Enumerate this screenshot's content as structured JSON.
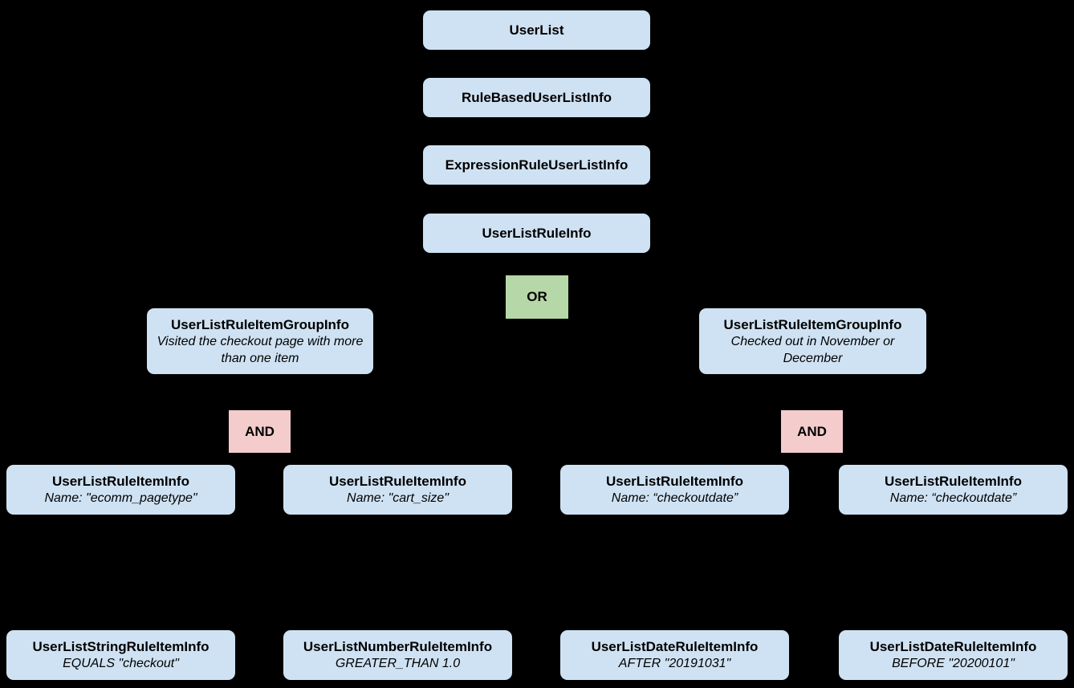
{
  "diagram": {
    "title": "Rule-based user list structure",
    "colors": {
      "background": "#000000",
      "node_fill": "#cfe2f3",
      "or_fill": "#b6d7a8",
      "and_fill": "#f4cccc",
      "text": "#000000"
    },
    "chain": [
      {
        "title": "UserList"
      },
      {
        "title": "RuleBasedUserListInfo"
      },
      {
        "title": "ExpressionRuleUserListInfo"
      },
      {
        "title": "UserListRuleInfo"
      }
    ],
    "operators": {
      "or_label": "OR",
      "and_label": "AND"
    },
    "groups": [
      {
        "title": "UserListRuleItemGroupInfo",
        "subtitle": "Visited the checkout page with more than one item"
      },
      {
        "title": "UserListRuleItemGroupInfo",
        "subtitle": "Checked out in November or December"
      }
    ],
    "items": [
      {
        "title": "UserListRuleItemInfo",
        "subtitle": "Name: \"ecomm_pagetype\""
      },
      {
        "title": "UserListRuleItemInfo",
        "subtitle": "Name: \"cart_size\""
      },
      {
        "title": "UserListRuleItemInfo",
        "subtitle": "Name: “checkoutdate”"
      },
      {
        "title": "UserListRuleItemInfo",
        "subtitle": "Name: “checkoutdate”"
      }
    ],
    "leaves": [
      {
        "title": "UserListStringRuleItemInfo",
        "subtitle": "EQUALS \"checkout\""
      },
      {
        "title": "UserListNumberRuleItemInfo",
        "subtitle": "GREATER_THAN 1.0"
      },
      {
        "title": "UserListDateRuleItemInfo",
        "subtitle": "AFTER \"20191031\""
      },
      {
        "title": "UserListDateRuleItemInfo",
        "subtitle": "BEFORE \"20200101\""
      }
    ]
  }
}
